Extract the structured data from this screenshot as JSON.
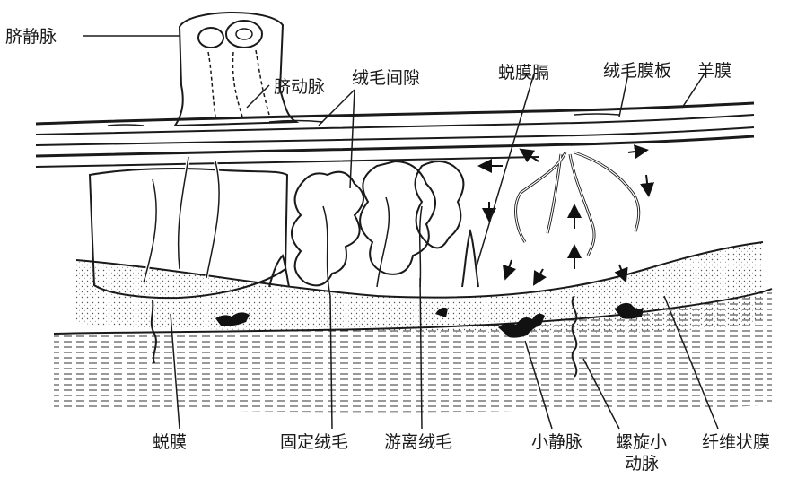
{
  "labels": {
    "umbilical_vein": "脐静脉",
    "umbilical_artery": "脐动脉",
    "intervillous_space": "绒毛间隙",
    "decidual_septum": "蜕膜膈",
    "chorionic_plate": "绒毛膜板",
    "amnion": "羊膜",
    "decidua": "蜕膜",
    "anchoring_villus": "固定绒毛",
    "floating_villus": "游离绒毛",
    "small_vein": "小静脉",
    "spiral_arteriole_line1": "螺旋小",
    "spiral_arteriole_line2": "动脉",
    "fibrinoid_membrane": "纤维状膜"
  }
}
